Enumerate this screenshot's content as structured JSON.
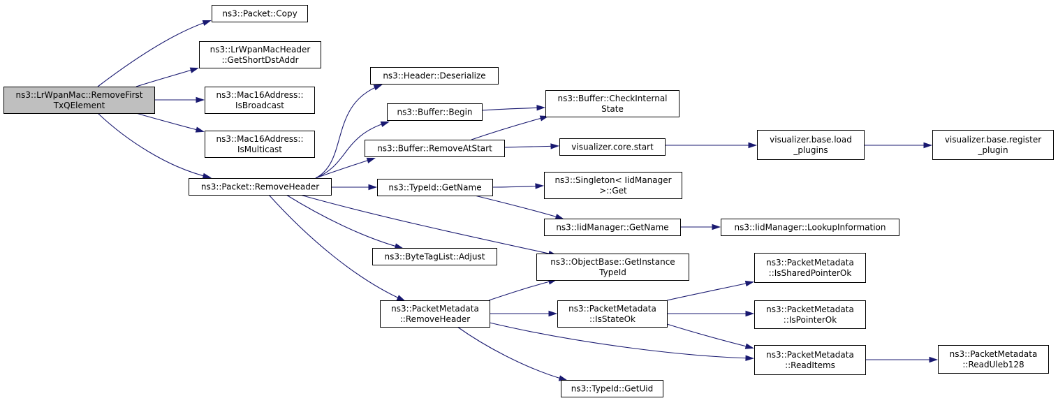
{
  "nodes": [
    {
      "id": "remove_first",
      "lines": [
        "ns3::LrWpanMac::RemoveFirst",
        "TxQElement"
      ],
      "root": true
    },
    {
      "id": "packet_copy",
      "lines": [
        "ns3::Packet::Copy"
      ]
    },
    {
      "id": "get_short_dst",
      "lines": [
        "ns3::LrWpanMacHeader",
        "::GetShortDstAddr"
      ]
    },
    {
      "id": "is_broadcast",
      "lines": [
        "ns3::Mac16Address::",
        "IsBroadcast"
      ]
    },
    {
      "id": "is_multicast",
      "lines": [
        "ns3::Mac16Address::",
        "IsMulticast"
      ]
    },
    {
      "id": "packet_remove_header",
      "lines": [
        "ns3::Packet::RemoveHeader"
      ]
    },
    {
      "id": "header_deserialize",
      "lines": [
        "ns3::Header::Deserialize"
      ]
    },
    {
      "id": "buffer_begin",
      "lines": [
        "ns3::Buffer::Begin"
      ]
    },
    {
      "id": "buffer_remove_at_start",
      "lines": [
        "ns3::Buffer::RemoveAtStart"
      ]
    },
    {
      "id": "typeid_getname",
      "lines": [
        "ns3::TypeId::GetName"
      ]
    },
    {
      "id": "bytetaglist_adjust",
      "lines": [
        "ns3::ByteTagList::Adjust"
      ]
    },
    {
      "id": "pm_remove_header",
      "lines": [
        "ns3::PacketMetadata",
        "::RemoveHeader"
      ]
    },
    {
      "id": "buffer_check_internal",
      "lines": [
        "ns3::Buffer::CheckInternal",
        "State"
      ]
    },
    {
      "id": "visualizer_core_start",
      "lines": [
        "visualizer.core.start"
      ]
    },
    {
      "id": "singleton_get",
      "lines": [
        "ns3::Singleton< IidManager",
        ">::Get"
      ]
    },
    {
      "id": "iidmanager_getname",
      "lines": [
        "ns3::IidManager::GetName"
      ]
    },
    {
      "id": "objectbase_get_instance",
      "lines": [
        "ns3::ObjectBase::GetInstance",
        "TypeId"
      ]
    },
    {
      "id": "pm_is_state_ok",
      "lines": [
        "ns3::PacketMetadata",
        "::IsStateOk"
      ]
    },
    {
      "id": "typeid_getuid",
      "lines": [
        "ns3::TypeId::GetUid"
      ]
    },
    {
      "id": "vis_load_plugins",
      "lines": [
        "visualizer.base.load",
        "_plugins"
      ]
    },
    {
      "id": "vis_register_plugin",
      "lines": [
        "visualizer.base.register",
        "_plugin"
      ]
    },
    {
      "id": "iid_lookup_info",
      "lines": [
        "ns3::IidManager::LookupInformation"
      ]
    },
    {
      "id": "pm_is_shared_ptr_ok",
      "lines": [
        "ns3::PacketMetadata",
        "::IsSharedPointerOk"
      ]
    },
    {
      "id": "pm_is_pointer_ok",
      "lines": [
        "ns3::PacketMetadata",
        "::IsPointerOk"
      ]
    },
    {
      "id": "pm_read_items",
      "lines": [
        "ns3::PacketMetadata",
        "::ReadItems"
      ]
    },
    {
      "id": "pm_read_uleb128",
      "lines": [
        "ns3::PacketMetadata",
        "::ReadUleb128"
      ]
    }
  ],
  "edges": [
    {
      "from": "remove_first",
      "to": "packet_copy"
    },
    {
      "from": "remove_first",
      "to": "get_short_dst"
    },
    {
      "from": "remove_first",
      "to": "is_broadcast"
    },
    {
      "from": "remove_first",
      "to": "is_multicast"
    },
    {
      "from": "remove_first",
      "to": "packet_remove_header"
    },
    {
      "from": "packet_remove_header",
      "to": "header_deserialize"
    },
    {
      "from": "packet_remove_header",
      "to": "buffer_begin"
    },
    {
      "from": "packet_remove_header",
      "to": "buffer_remove_at_start"
    },
    {
      "from": "packet_remove_header",
      "to": "typeid_getname"
    },
    {
      "from": "packet_remove_header",
      "to": "bytetaglist_adjust"
    },
    {
      "from": "packet_remove_header",
      "to": "objectbase_get_instance"
    },
    {
      "from": "packet_remove_header",
      "to": "pm_remove_header"
    },
    {
      "from": "buffer_begin",
      "to": "buffer_check_internal"
    },
    {
      "from": "buffer_remove_at_start",
      "to": "buffer_check_internal"
    },
    {
      "from": "buffer_remove_at_start",
      "to": "visualizer_core_start"
    },
    {
      "from": "visualizer_core_start",
      "to": "vis_load_plugins"
    },
    {
      "from": "vis_load_plugins",
      "to": "vis_register_plugin"
    },
    {
      "from": "typeid_getname",
      "to": "singleton_get"
    },
    {
      "from": "typeid_getname",
      "to": "iidmanager_getname"
    },
    {
      "from": "iidmanager_getname",
      "to": "iid_lookup_info"
    },
    {
      "from": "pm_remove_header",
      "to": "objectbase_get_instance"
    },
    {
      "from": "pm_remove_header",
      "to": "pm_is_state_ok"
    },
    {
      "from": "pm_remove_header",
      "to": "pm_read_items"
    },
    {
      "from": "pm_remove_header",
      "to": "typeid_getuid"
    },
    {
      "from": "pm_is_state_ok",
      "to": "pm_is_shared_ptr_ok"
    },
    {
      "from": "pm_is_state_ok",
      "to": "pm_is_pointer_ok"
    },
    {
      "from": "pm_is_state_ok",
      "to": "pm_read_items"
    },
    {
      "from": "pm_read_items",
      "to": "pm_read_uleb128"
    }
  ]
}
